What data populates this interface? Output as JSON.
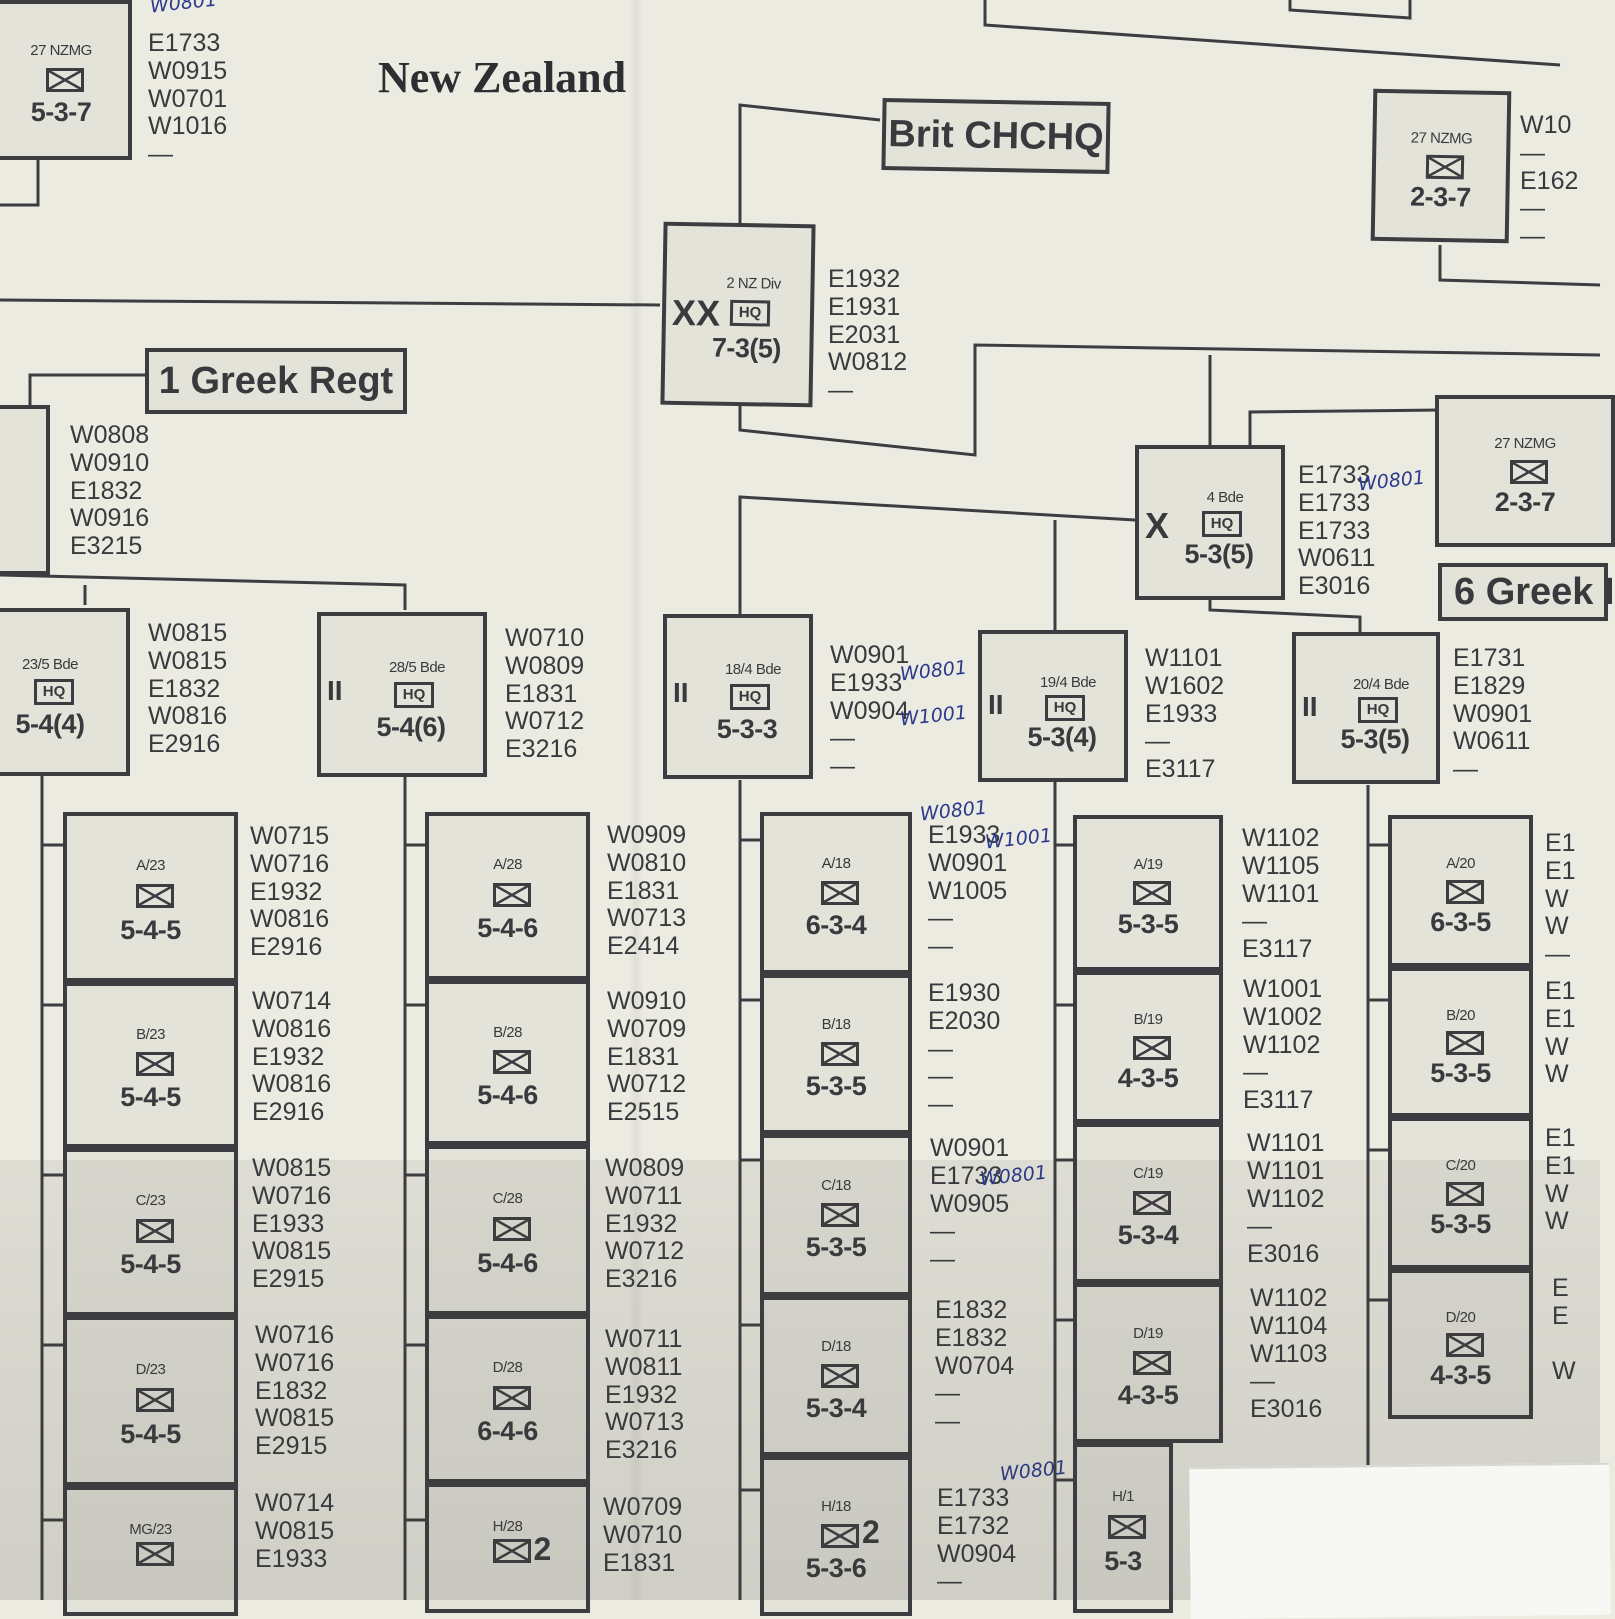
{
  "sheet_title": "New Zealand",
  "labels": {
    "brit": "Brit CHCHQ",
    "greek1": "1 Greek Regt",
    "greek6": "6 Greek I"
  },
  "units": {
    "nzmg_top": {
      "abbr": "27 NZMG",
      "strength": "5-3-7"
    },
    "div": {
      "abbr": "2 NZ Div",
      "echelon": "XX",
      "hq": "HQ",
      "strength": "7-3(5)"
    },
    "nzmg_right_top": {
      "abbr": "27 NZMG",
      "strength": "2-3-7"
    },
    "nzmg_right_mid": {
      "abbr": "27 NZMG",
      "strength": "2-3-7"
    },
    "greek_left": {
      "strength": ""
    },
    "bde4": {
      "abbr": "4 Bde",
      "echelon": "X",
      "hq": "HQ",
      "strength": "5-3(5)"
    },
    "bde23": {
      "abbr": "23/5 Bde",
      "hq": "HQ",
      "strength": "5-4(4)"
    },
    "bde28": {
      "abbr": "28/5 Bde",
      "echelon": "II",
      "hq": "HQ",
      "strength": "5-4(6)"
    },
    "bde18": {
      "abbr": "18/4 Bde",
      "echelon": "II",
      "hq": "HQ",
      "strength": "5-3-3"
    },
    "bde19": {
      "abbr": "19/4 Bde",
      "echelon": "II",
      "hq": "HQ",
      "strength": "5-3(4)"
    },
    "bde20": {
      "abbr": "20/4 Bde",
      "echelon": "II",
      "hq": "HQ",
      "strength": "5-3(5)"
    },
    "a23": {
      "abbr": "A/23",
      "strength": "5-4-5"
    },
    "b23": {
      "abbr": "B/23",
      "strength": "5-4-5"
    },
    "c23": {
      "abbr": "C/23",
      "strength": "5-4-5"
    },
    "d23": {
      "abbr": "D/23",
      "strength": "5-4-5"
    },
    "mg23": {
      "abbr": "MG/23",
      "strength": ""
    },
    "a28": {
      "abbr": "A/28",
      "strength": "5-4-6"
    },
    "b28": {
      "abbr": "B/28",
      "strength": "5-4-6"
    },
    "c28": {
      "abbr": "C/28",
      "strength": "5-4-6"
    },
    "d28": {
      "abbr": "D/28",
      "strength": "6-4-6"
    },
    "h28": {
      "abbr": "H/28",
      "strength": "",
      "note": "2"
    },
    "a18": {
      "abbr": "A/18",
      "strength": "6-3-4"
    },
    "b18": {
      "abbr": "B/18",
      "strength": "5-3-5"
    },
    "c18": {
      "abbr": "C/18",
      "strength": "5-3-5"
    },
    "d18": {
      "abbr": "D/18",
      "strength": "5-3-4"
    },
    "h18": {
      "abbr": "H/18",
      "strength": "5-3-6",
      "note": "2"
    },
    "a19": {
      "abbr": "A/19",
      "strength": "5-3-5"
    },
    "b19": {
      "abbr": "B/19",
      "strength": "4-3-5"
    },
    "c19": {
      "abbr": "C/19",
      "strength": "5-3-4"
    },
    "d19": {
      "abbr": "D/19",
      "strength": "4-3-5"
    },
    "h19": {
      "abbr": "H/1",
      "strength": "5-3"
    },
    "a20": {
      "abbr": "A/20",
      "strength": "6-3-5"
    },
    "b20": {
      "abbr": "B/20",
      "strength": "5-3-5"
    },
    "c20": {
      "abbr": "C/20",
      "strength": "5-3-5"
    },
    "d20": {
      "abbr": "D/20",
      "strength": "4-3-5"
    }
  },
  "codes": {
    "nzmg_top": [
      "E1733",
      "W0915",
      "W0701",
      "W1016",
      "—"
    ],
    "nzmg_right_top": [
      "W10",
      "—",
      "E162",
      "—",
      "—"
    ],
    "div": [
      "E1932",
      "E1931",
      "E2031",
      "W0812",
      "—"
    ],
    "greek": [
      "W0808",
      "W0910",
      "E1832",
      "W0916",
      "E3215"
    ],
    "bde4": [
      "E1733",
      "E1733",
      "E1733",
      "W0611",
      "E3016"
    ],
    "bde23": [
      "W0815",
      "W0815",
      "E1832",
      "W0816",
      "E2916"
    ],
    "bde28": [
      "W0710",
      "W0809",
      "E1831",
      "W0712",
      "E3216"
    ],
    "bde18": [
      "W0901",
      "E1933",
      "W0904",
      "—",
      "—"
    ],
    "bde19": [
      "W1101",
      "W1602",
      "E1933",
      "—",
      "E3117"
    ],
    "bde20": [
      "E1731",
      "E1829",
      "W0901",
      "W0611",
      "—"
    ],
    "a23": [
      "W0715",
      "W0716",
      "E1932",
      "W0816",
      "E2916"
    ],
    "b23": [
      "W0714",
      "W0816",
      "E1932",
      "W0816",
      "E2916"
    ],
    "c23": [
      "W0815",
      "W0716",
      "E1933",
      "W0815",
      "E2915"
    ],
    "d23": [
      "W0716",
      "W0716",
      "E1832",
      "W0815",
      "E2915"
    ],
    "mg23": [
      "W0714",
      "W0815",
      "E1933"
    ],
    "a28": [
      "W0909",
      "W0810",
      "E1831",
      "W0713",
      "E2414"
    ],
    "b28": [
      "W0910",
      "W0709",
      "E1831",
      "W0712",
      "E2515"
    ],
    "c28": [
      "W0809",
      "W0711",
      "E1932",
      "W0712",
      "E3216"
    ],
    "d28": [
      "W0711",
      "W0811",
      "E1932",
      "W0713",
      "E3216"
    ],
    "h28": [
      "W0709",
      "W0710",
      "E1831"
    ],
    "a18": [
      "E1933",
      "W0901",
      "W1005",
      "—",
      "—"
    ],
    "b18": [
      "E1930",
      "E2030",
      "—",
      "—",
      "—"
    ],
    "c18": [
      "W0901",
      "E1733",
      "W0905",
      "—",
      "—"
    ],
    "d18": [
      "E1832",
      "E1832",
      "W0704",
      "—",
      "—"
    ],
    "h18": [
      "E1733",
      "E1732",
      "W0904",
      "—"
    ],
    "a19": [
      "W1102",
      "W1105",
      "W1101",
      "—",
      "E3117"
    ],
    "b19": [
      "W1001",
      "W1002",
      "W1102",
      "—",
      "E3117"
    ],
    "c19": [
      "W1101",
      "W1101",
      "W1102",
      "—",
      "E3016"
    ],
    "d19": [
      "W1102",
      "W1104",
      "W1103",
      "—",
      "E3016"
    ],
    "a20": [
      "E1",
      "E1",
      "W",
      "W",
      "—"
    ],
    "b20": [
      "E1",
      "E1",
      "W",
      "W"
    ],
    "c20": [
      "E1",
      "E1",
      "W",
      "W"
    ],
    "d20": [
      "E",
      "E",
      "",
      "W"
    ]
  },
  "handwriting": {
    "n1": "W0801",
    "n2": "W0801",
    "n3": "W0801",
    "n4": "W1001",
    "n5": "W0801",
    "n6": "W1001",
    "n7": "W0801",
    "n8": "W0801"
  },
  "colors": {
    "ink": "#2b3a8c",
    "print": "#3d3d41",
    "paper": "#ecebe2"
  }
}
